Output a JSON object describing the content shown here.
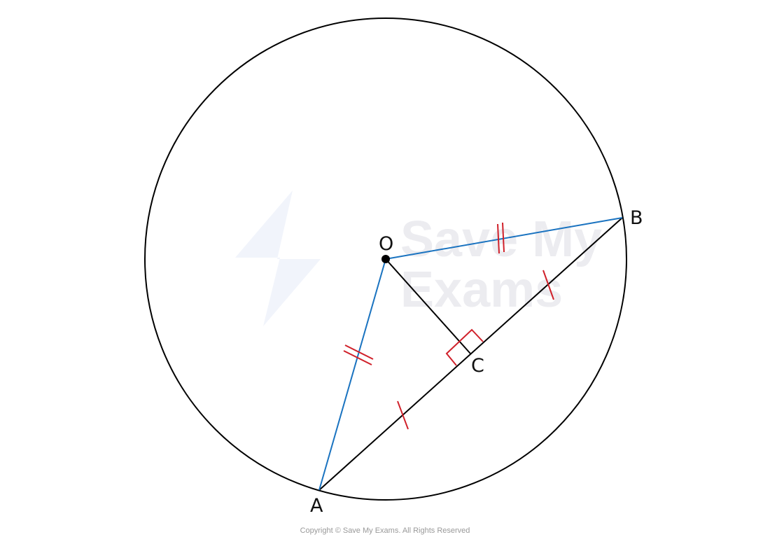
{
  "diagram": {
    "points": {
      "O": "O",
      "A": "A",
      "B": "B",
      "C": "C"
    },
    "colors": {
      "radius": "#1a73c0",
      "chord": "#000000",
      "marks": "#d0202a",
      "circle": "#000000"
    },
    "watermark": {
      "line1": "Save My",
      "line2": "Exams"
    },
    "copyright": "Copyright © Save My Exams. All Rights Reserved"
  }
}
